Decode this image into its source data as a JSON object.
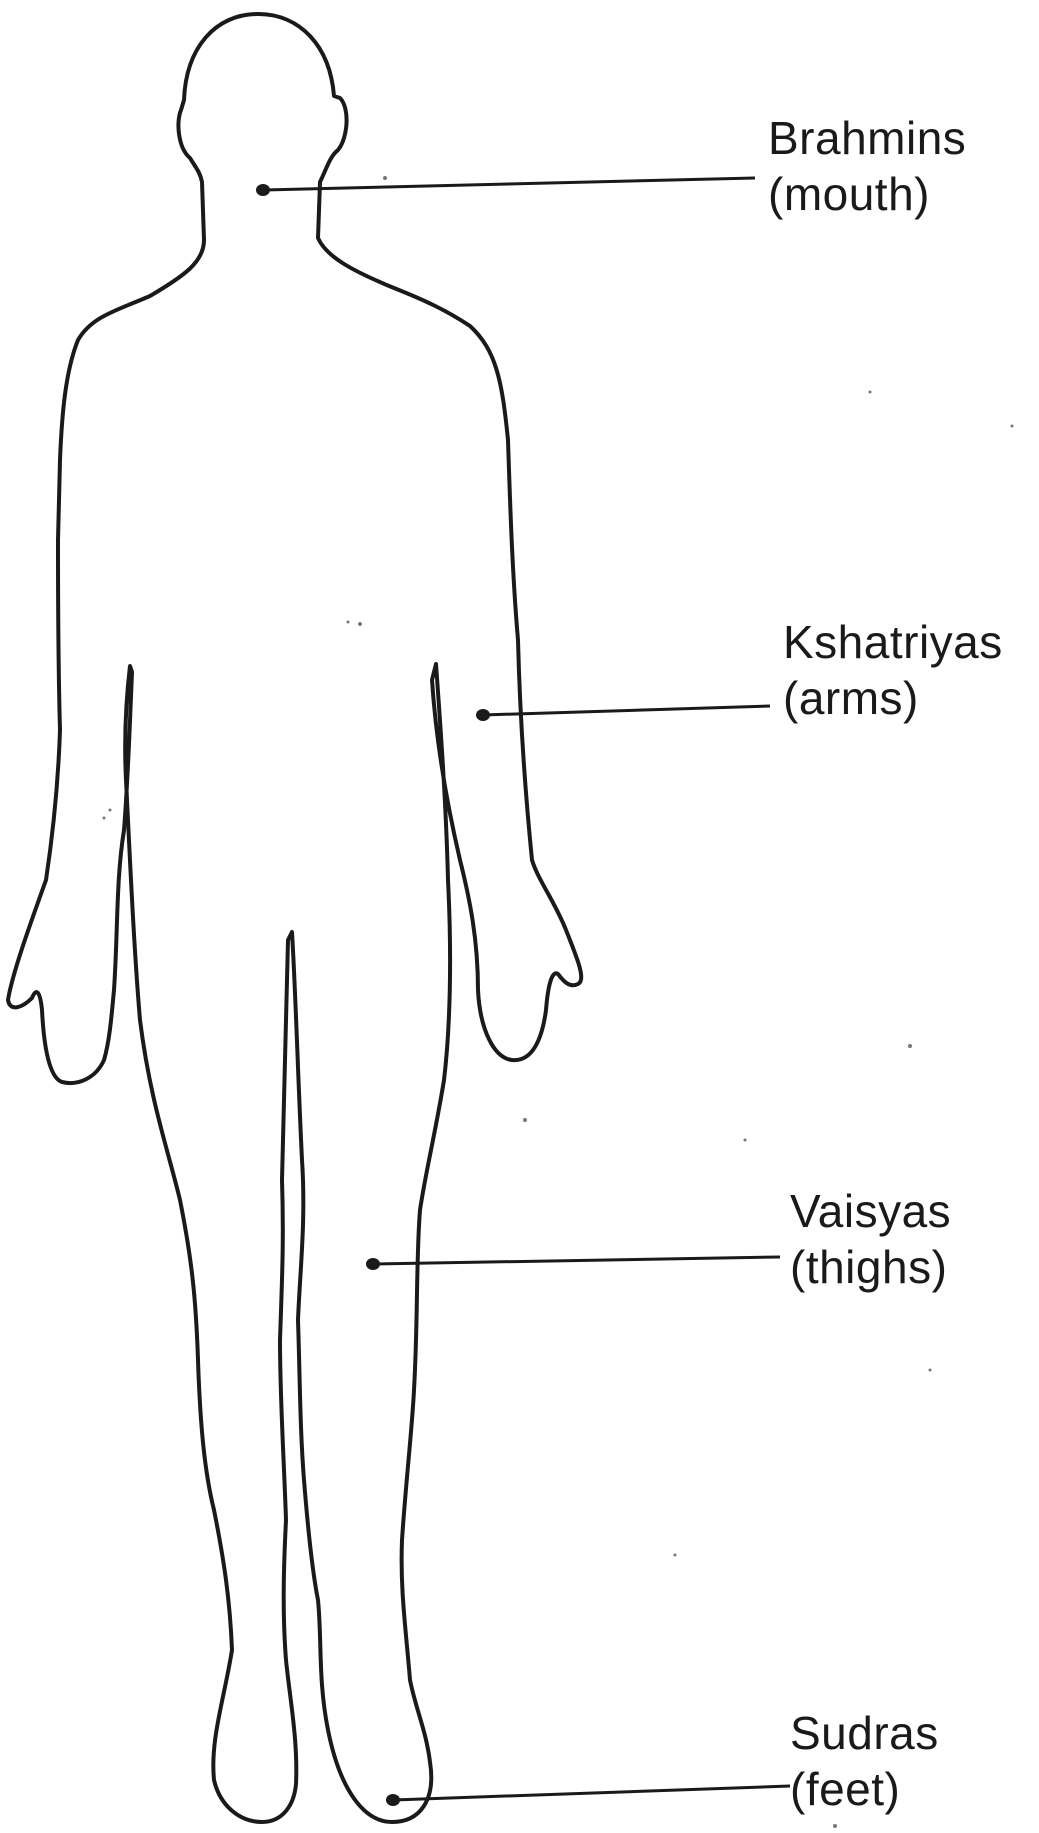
{
  "labels": [
    {
      "caste": "Brahmins",
      "part": "(mouth)"
    },
    {
      "caste": "Kshatriyas",
      "part": "(arms)"
    },
    {
      "caste": "Vaisyas",
      "part": "(thighs)"
    },
    {
      "caste": "Sudras",
      "part": "(feet)"
    }
  ],
  "colors": {
    "line": "#1a1a1a",
    "background": "#ffffff"
  }
}
